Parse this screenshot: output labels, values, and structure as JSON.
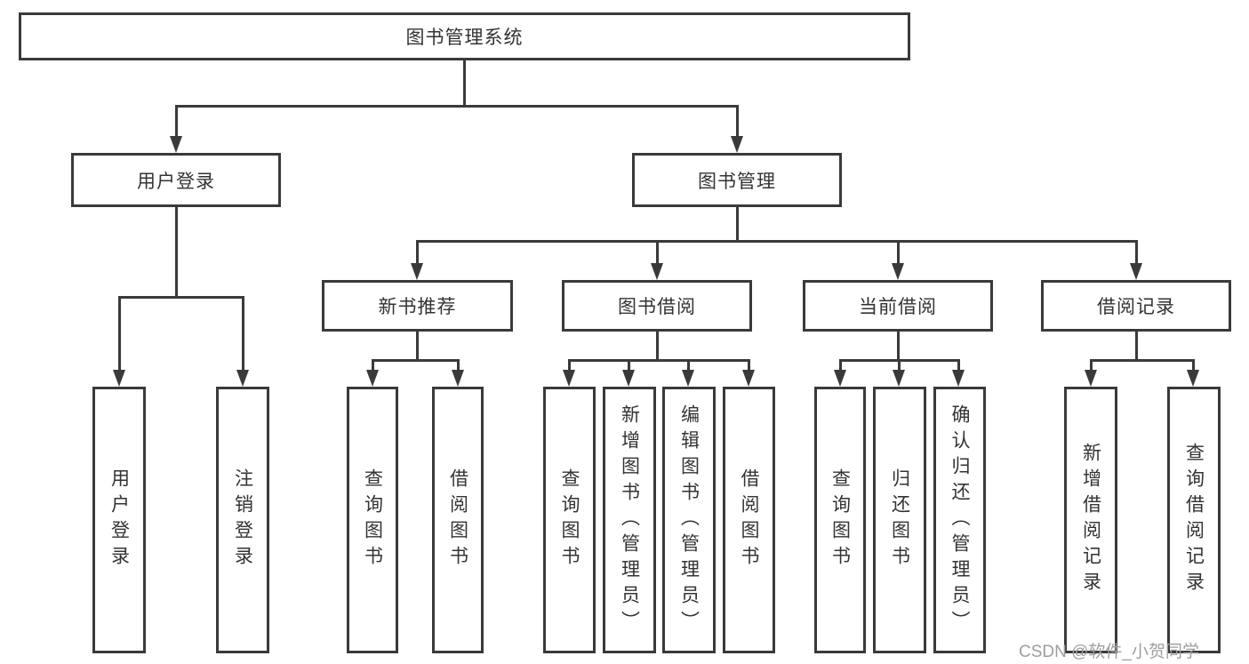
{
  "diagram": {
    "title": "图书管理系统",
    "level2": [
      {
        "label": "用户登录"
      },
      {
        "label": "图书管理"
      }
    ],
    "level3": [
      {
        "label": "新书推荐"
      },
      {
        "label": "图书借阅"
      },
      {
        "label": "当前借阅"
      },
      {
        "label": "借阅记录"
      }
    ],
    "leaves": {
      "user_login": [
        "用户登录",
        "注销登录"
      ],
      "new_book": [
        "查询图书",
        "借阅图书"
      ],
      "book_borrow": [
        "查询图书",
        "新增图书（管理员）",
        "编辑图书（管理员）",
        "借阅图书"
      ],
      "current_borrow": [
        "查询图书",
        "归还图书",
        "确认归还（管理员）"
      ],
      "borrow_records": [
        "新增借阅记录",
        "查询借阅记录"
      ]
    },
    "colors": {
      "line": "#3a3a3a",
      "text": "#333333",
      "background": "#ffffff",
      "watermark": "#9e9e9e"
    }
  },
  "watermark": {
    "text": "CSDN @软件_小贺同学"
  }
}
